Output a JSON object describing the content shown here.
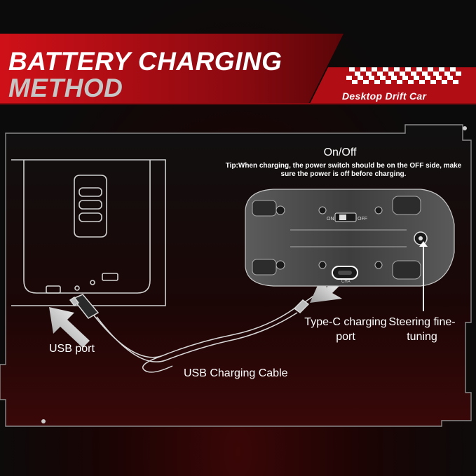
{
  "title": {
    "line1": "BATTERY CHARGING",
    "line2": "METHOD"
  },
  "brand": {
    "text": "Desktop Drift Car"
  },
  "switch": {
    "title": "On/Off",
    "tip": "Tip:When charging, the power switch should be on the OFF side, make sure the power is off before charging.",
    "on_mark": "ON",
    "off_mark": "OFF"
  },
  "port_mark": "CHA",
  "callouts": {
    "usb_port": "USB port",
    "cable": "USB Charging Cable",
    "typec": "Type-C charging port",
    "steering": "Steering fine-tuning"
  },
  "colors": {
    "accent_red": "#c8101a",
    "dark_red": "#3a0606",
    "line_gray": "#cfcfcf",
    "background": "#0b0b0b"
  },
  "icons": {
    "usb_arrow": "arrow-up-right-icon",
    "typec_arrow": "arrow-up-right-icon"
  }
}
